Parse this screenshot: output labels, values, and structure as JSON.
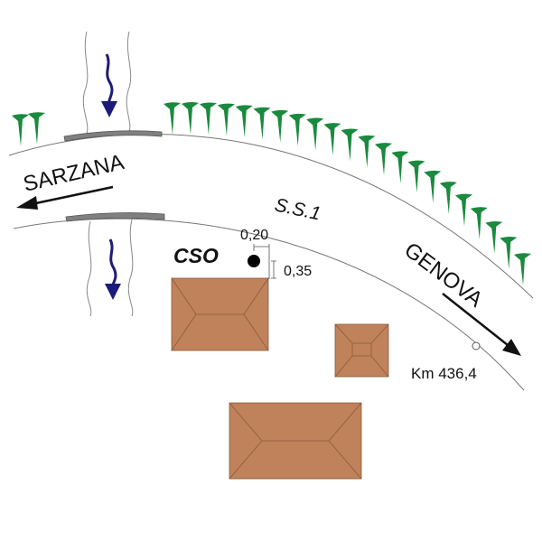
{
  "labels": {
    "west_direction": "SARZANA",
    "east_direction": "GENOVA",
    "road": "S.S.1",
    "station": "CSO",
    "offset_x": "0,20",
    "offset_y": "0,35",
    "kilometer": "Km 436,4"
  },
  "colors": {
    "trees": "#1a8a3e",
    "water_arrows": "#1c1c78",
    "roofs": "#c0825a",
    "bridges": "#808080",
    "station": "#000000"
  }
}
